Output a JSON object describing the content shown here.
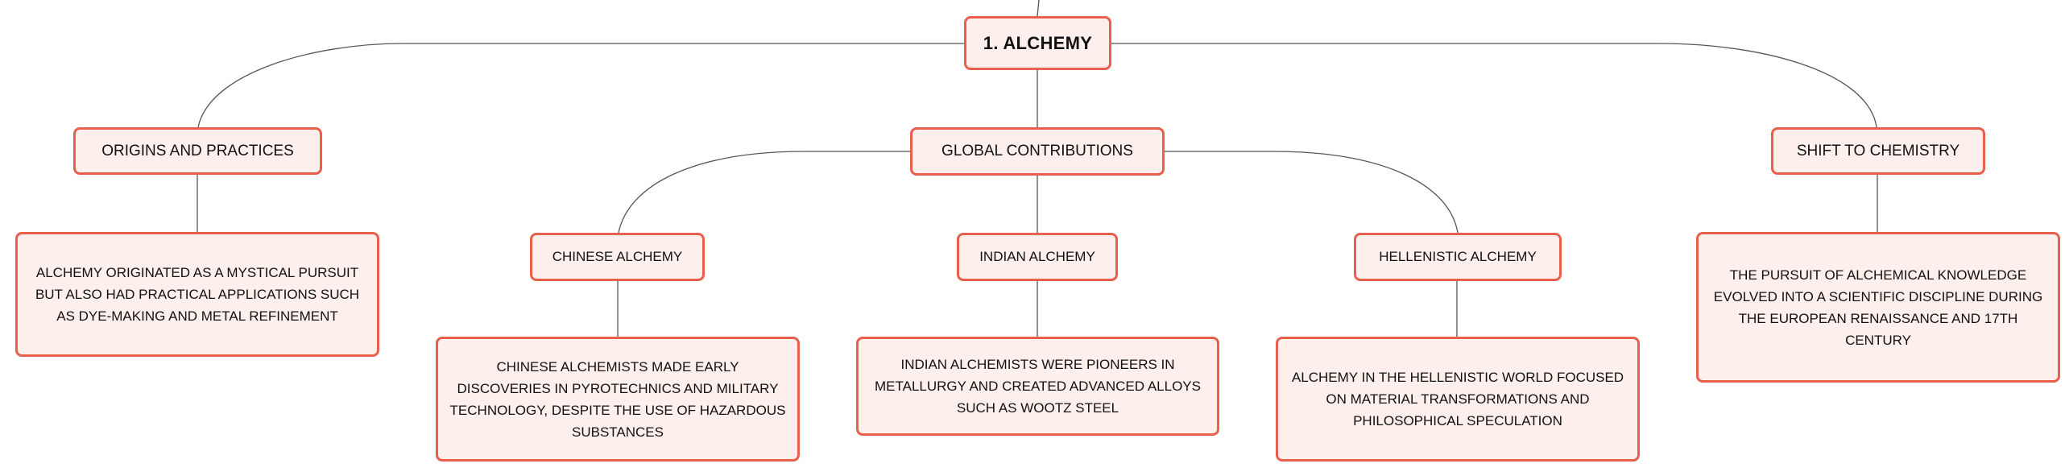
{
  "colors": {
    "border": "#e8604c",
    "fill": "#fdf0ec",
    "connector": "#555555",
    "text": "#111111"
  },
  "root": {
    "label": "1. ALCHEMY"
  },
  "branches": {
    "origins": {
      "label": "ORIGINS AND PRACTICES",
      "detail": "ALCHEMY ORIGINATED AS A MYSTICAL PURSUIT BUT ALSO HAD PRACTICAL APPLICATIONS SUCH AS DYE-MAKING AND METAL REFINEMENT"
    },
    "global": {
      "label": "GLOBAL CONTRIBUTIONS",
      "chinese": {
        "label": "CHINESE ALCHEMY",
        "detail": "CHINESE ALCHEMISTS MADE EARLY DISCOVERIES IN PYROTECHNICS AND MILITARY TECHNOLOGY, DESPITE THE USE OF HAZARDOUS SUBSTANCES"
      },
      "indian": {
        "label": "INDIAN ALCHEMY",
        "detail": "INDIAN ALCHEMISTS WERE PIONEERS IN METALLURGY AND CREATED ADVANCED ALLOYS SUCH AS WOOTZ STEEL"
      },
      "hellenistic": {
        "label": "HELLENISTIC ALCHEMY",
        "detail": "ALCHEMY IN THE HELLENISTIC WORLD FOCUSED ON MATERIAL TRANSFORMATIONS AND PHILOSOPHICAL SPECULATION"
      }
    },
    "shift": {
      "label": "SHIFT TO CHEMISTRY",
      "detail": "THE PURSUIT OF ALCHEMICAL KNOWLEDGE EVOLVED INTO A SCIENTIFIC DISCIPLINE DURING THE EUROPEAN RENAISSANCE AND 17TH CENTURY"
    }
  }
}
